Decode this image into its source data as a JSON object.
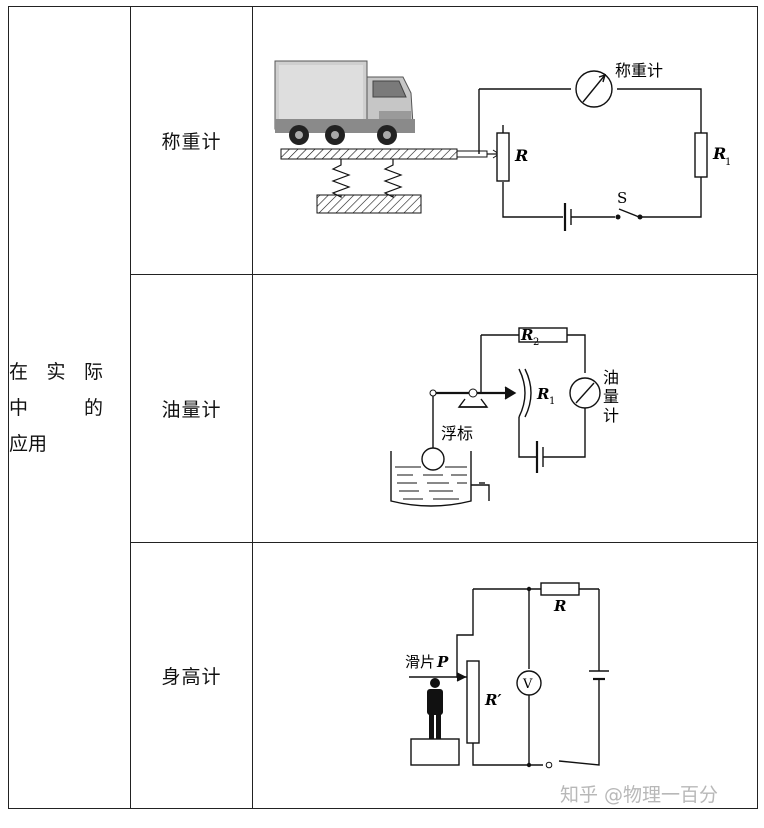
{
  "category": {
    "line1": "在 实 际",
    "line2": "中    的",
    "line3": "应用"
  },
  "rows": [
    {
      "name": "称重计",
      "labels": {
        "meter": "称重计",
        "r": "R",
        "r1": "R",
        "r1_sub": "1",
        "switch": "S"
      }
    },
    {
      "name": "油量计",
      "labels": {
        "r2": "R",
        "r2_sub": "2",
        "r1": "R",
        "r1_sub": "1",
        "float": "浮标",
        "meter_1": "油",
        "meter_2": "量",
        "meter_3": "计"
      }
    },
    {
      "name": "身高计",
      "labels": {
        "slider": "滑片",
        "slider_p": "P",
        "r": "R",
        "r_prime": "R′",
        "voltmeter": "V"
      }
    }
  ],
  "watermark": "知乎 @物理一百分"
}
